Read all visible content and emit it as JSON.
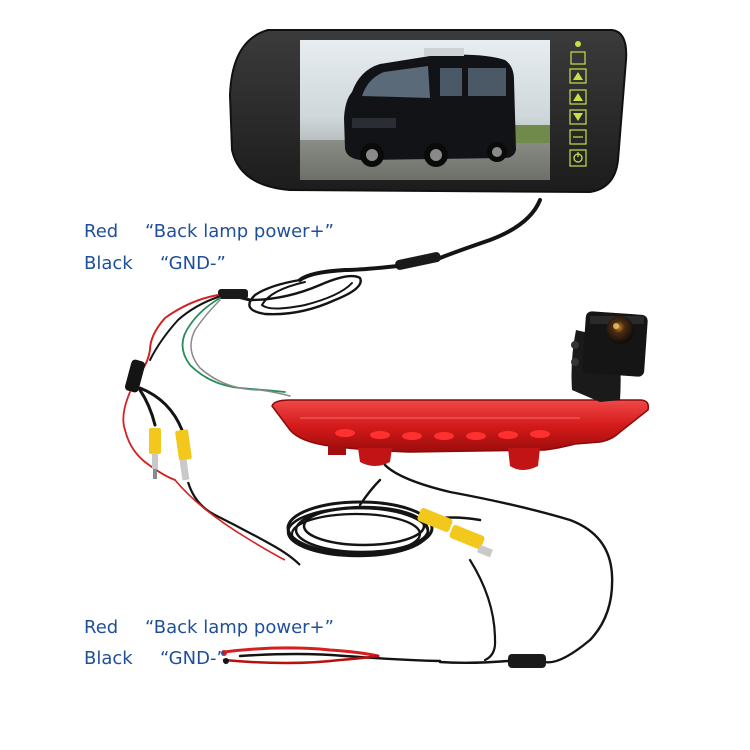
{
  "colors": {
    "label_text": "#1f4f9a",
    "red_wire": "#d42020",
    "black_wire": "#141414",
    "rca_yellow": "#f2c81c",
    "lamp_red": "#d81e1e",
    "monitor_body": "#2c2c2c",
    "button_green": "#c6e04a"
  },
  "top_wiring_labels": {
    "red": "Red",
    "red_desc": "“Back lamp power+”",
    "black": "Black",
    "black_desc": "“GND-”"
  },
  "bottom_wiring_labels": {
    "red": "Red",
    "red_desc": "“Back lamp power+”",
    "black": "Black",
    "black_desc": "“GND-”"
  },
  "monitor": {
    "buttons": [
      "power-led-icon",
      "menu-icon",
      "up-arrow-icon",
      "up-arrow-icon",
      "down-arrow-icon",
      "v1-v2-icon",
      "power-icon"
    ]
  }
}
